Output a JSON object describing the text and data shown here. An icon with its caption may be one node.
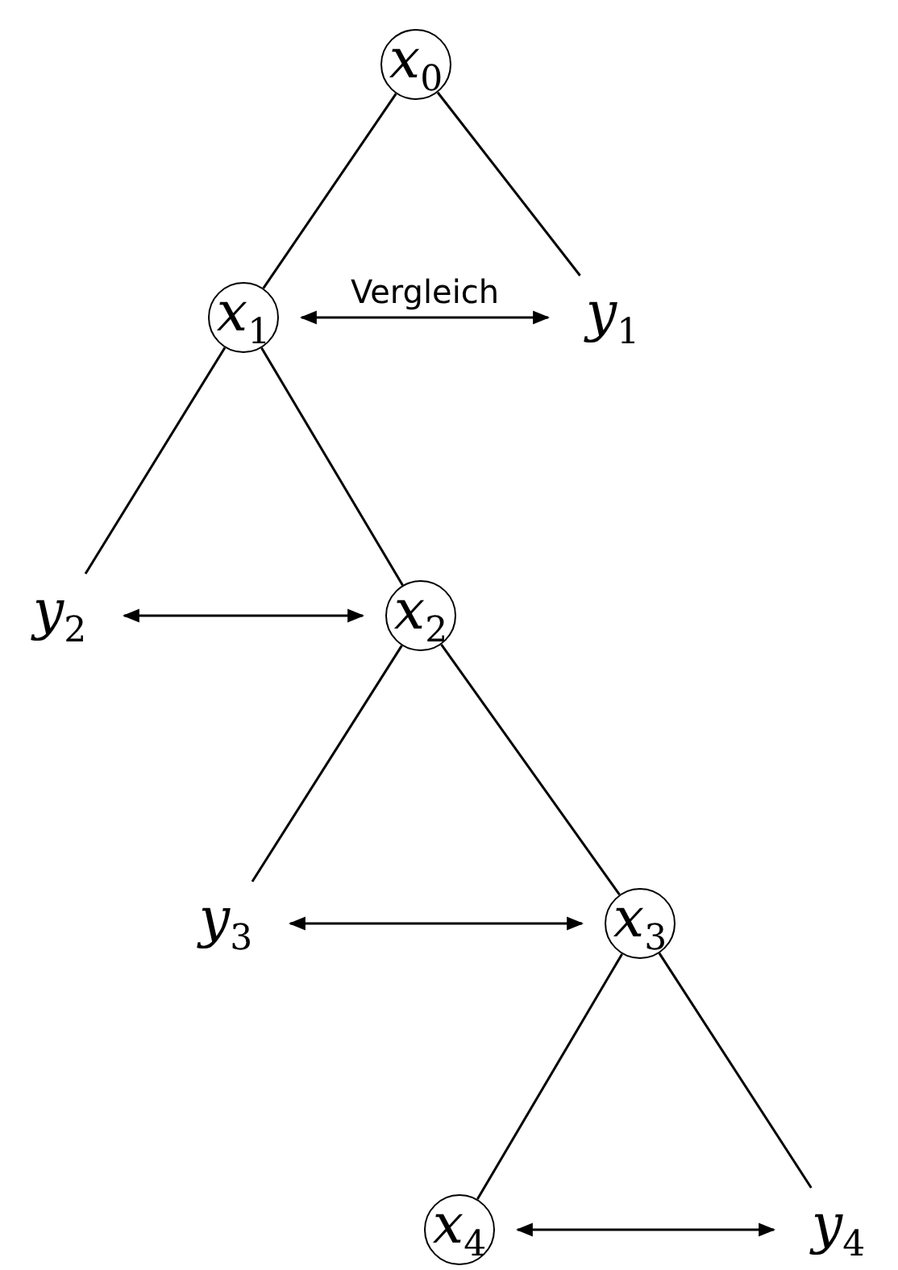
{
  "diagram": {
    "nodes": [
      {
        "text": [
          "*x*$_{0}$"
        ]
      },
      {
        "text": [
          "*x*$_{1}$"
        ]
      },
      {
        "text": [
          "*y*$_{1}$"
        ]
      },
      {
        "text": [
          "*y*$_{2}$"
        ]
      },
      {
        "text": [
          "*x*$_{2}$"
        ]
      },
      {
        "text": [
          "*y*$_{3}$"
        ]
      },
      {
        "text": [
          "*x*$_{3}$"
        ]
      },
      {
        "text": [
          "*x*$_{4}$"
        ]
      },
      {
        "text": [
          "*y*$_{4}$"
        ]
      }
    ],
    "edges": [
      {
        "from": 0,
        "to": 1,
        "arrow": "none"
      },
      {
        "from": 0,
        "to": 2,
        "arrow": "none"
      },
      {
        "from": 1,
        "to": 2,
        "arrow": "both",
        "label": "Vergleich"
      },
      {
        "from": 1,
        "to": 3,
        "arrow": "none"
      },
      {
        "from": 1,
        "to": 4,
        "arrow": "none"
      },
      {
        "from": 3,
        "to": 4,
        "arrow": "both"
      },
      {
        "from": 4,
        "to": 5,
        "arrow": "none"
      },
      {
        "from": 4,
        "to": 6,
        "arrow": "none"
      },
      {
        "from": 5,
        "to": 6,
        "arrow": "both"
      },
      {
        "from": 6,
        "to": 7,
        "arrow": "none"
      },
      {
        "from": 6,
        "to": 8,
        "arrow": "none"
      },
      {
        "from": 7,
        "to": 8,
        "arrow": "both"
      }
    ]
  }
}
